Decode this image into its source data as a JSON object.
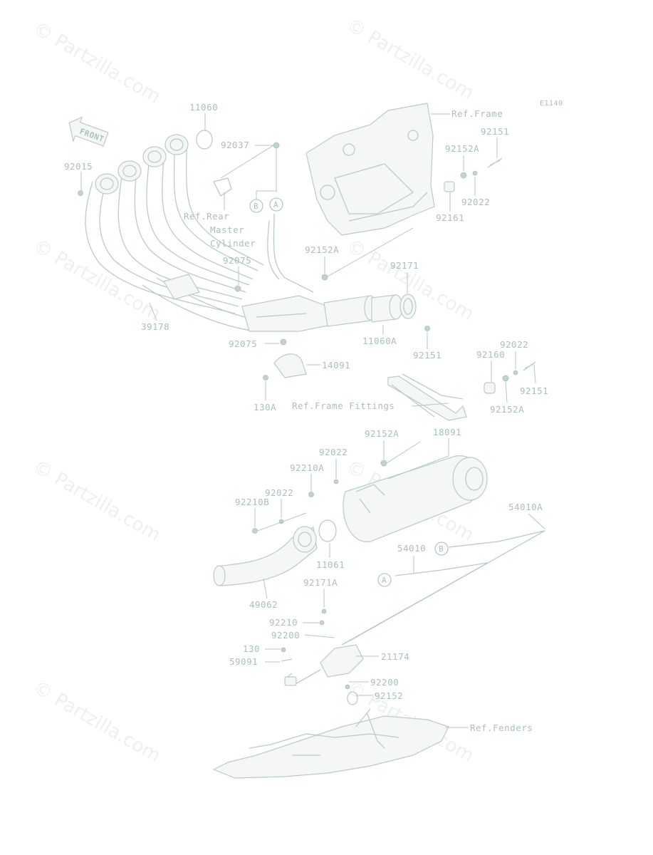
{
  "watermark": "© Partzilla.com",
  "diagram_code": "E1140",
  "front_label": "FRONT",
  "labels": {
    "p11060": "11060",
    "p92037": "92037",
    "p92015": "92015",
    "refRear1": "Ref.Rear",
    "refRear2": "Master",
    "refRear3": "Cylinder",
    "p92075a": "92075",
    "p39178": "39178",
    "p92075b": "92075",
    "p14091": "14091",
    "p130A": "130A",
    "refFrame": "Ref.Frame",
    "p92151a": "92151",
    "p92152Aa": "92152A",
    "p92022a": "92022",
    "p92161": "92161",
    "p92152Ab": "92152A",
    "p92171": "92171",
    "p11060A": "11060A",
    "p92151b": "92151",
    "p92160": "92160",
    "p92022b": "92022",
    "p92151c": "92151",
    "p92152Ac": "92152A",
    "refFrameFittings": "Ref.Frame Fittings",
    "p92152Ad": "92152A",
    "p18091": "18091",
    "p92022c": "92022",
    "p92210A": "92210A",
    "p92022d": "92022",
    "p92210B": "92210B",
    "p11061": "11061",
    "p54010A": "54010A",
    "p54010": "54010",
    "p92171A": "92171A",
    "p49062": "49062",
    "p92210": "92210",
    "p92200a": "92200",
    "p130": "130",
    "p59091": "59091",
    "p21174": "21174",
    "p92200b": "92200",
    "p92152": "92152",
    "refFenders": "Ref.Fenders"
  },
  "callouts": {
    "A": "A",
    "B": "B"
  }
}
